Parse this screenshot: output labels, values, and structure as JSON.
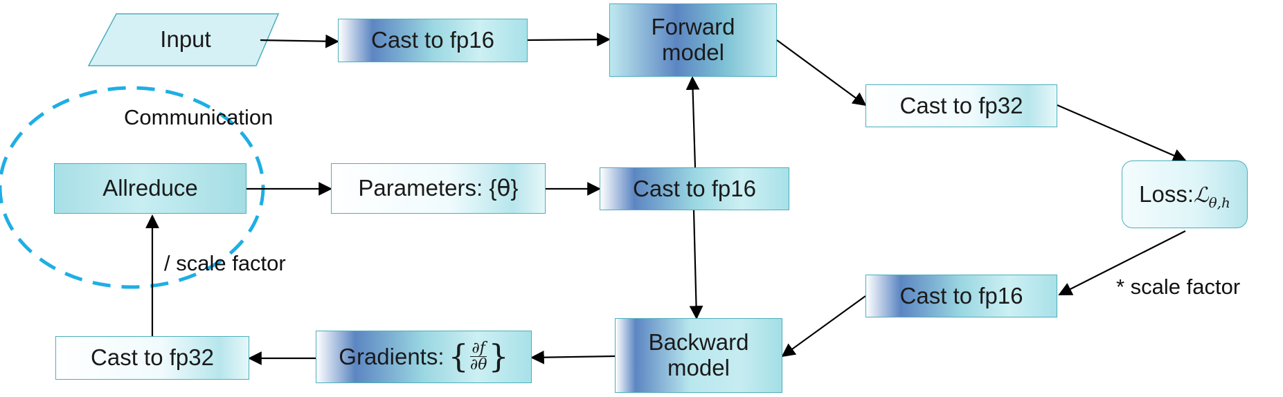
{
  "nodes": {
    "input": "Input",
    "cast_fp16_top": "Cast to fp16",
    "forward_model": [
      "Forward",
      "model"
    ],
    "cast_fp32_right": "Cast to fp32",
    "loss_prefix": "Loss:",
    "loss_symbol": "ℒ",
    "loss_subscript": "θ,h",
    "allreduce": "Allreduce",
    "parameters_prefix": "Parameters: {",
    "parameters_symbol": "θ",
    "parameters_suffix": "}",
    "cast_fp16_mid": "Cast to fp16",
    "cast_fp16_right": "Cast to fp16",
    "backward_model": [
      "Backward",
      "model"
    ],
    "gradients_prefix": "Gradients:",
    "gradients_numerator": "∂f",
    "gradients_denominator": "∂θ",
    "cast_fp32_left": "Cast to fp32"
  },
  "labels": {
    "communication": "Communication",
    "scale_divide": "/ scale factor",
    "scale_multiply": "* scale factor"
  },
  "colors": {
    "box_border": "#4aaebc",
    "gradient_dark": "#5c86c2",
    "gradient_light": "#b7e6ec",
    "dashed_ellipse": "#1eaee4",
    "arrow": "#000000"
  }
}
